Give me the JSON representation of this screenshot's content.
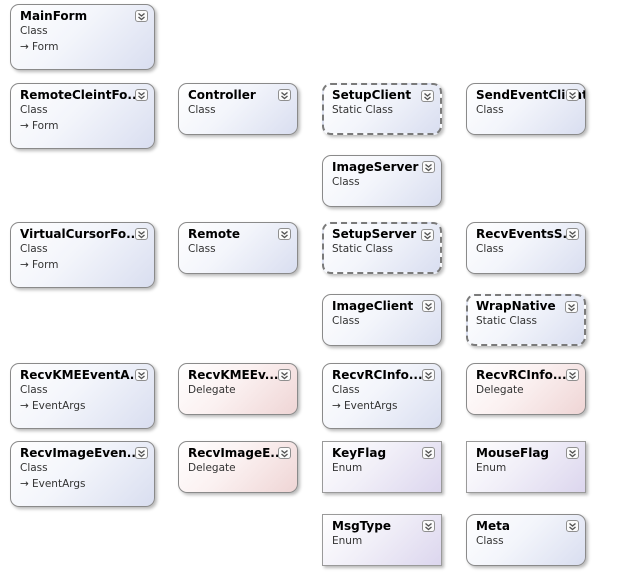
{
  "diagram": {
    "shapes": [
      {
        "name": "MainForm",
        "kind": "Class",
        "base": "Form",
        "style": "class",
        "col": 0,
        "row": 0
      },
      {
        "name": "RemoteCleintFo...",
        "kind": "Class",
        "base": "Form",
        "style": "class",
        "col": 0,
        "row": 1
      },
      {
        "name": "Controller",
        "kind": "Class",
        "base": "",
        "style": "class",
        "col": 1,
        "row": 1
      },
      {
        "name": "SetupClient",
        "kind": "Static Class",
        "base": "",
        "style": "static",
        "col": 2,
        "row": 1
      },
      {
        "name": "SendEventClient",
        "kind": "Class",
        "base": "",
        "style": "class",
        "col": 3,
        "row": 1
      },
      {
        "name": "ImageServer",
        "kind": "Class",
        "base": "",
        "style": "class",
        "col": 2,
        "row": 2
      },
      {
        "name": "VirtualCursorFo...",
        "kind": "Class",
        "base": "Form",
        "style": "class",
        "col": 0,
        "row": 3
      },
      {
        "name": "Remote",
        "kind": "Class",
        "base": "",
        "style": "class",
        "col": 1,
        "row": 3
      },
      {
        "name": "SetupServer",
        "kind": "Static Class",
        "base": "",
        "style": "static",
        "col": 2,
        "row": 3
      },
      {
        "name": "RecvEventsS...",
        "kind": "Class",
        "base": "",
        "style": "class",
        "col": 3,
        "row": 3
      },
      {
        "name": "ImageClient",
        "kind": "Class",
        "base": "",
        "style": "class",
        "col": 2,
        "row": 4
      },
      {
        "name": "WrapNative",
        "kind": "Static Class",
        "base": "",
        "style": "static",
        "col": 3,
        "row": 4
      },
      {
        "name": "RecvKMEEventA...",
        "kind": "Class",
        "base": "EventArgs",
        "style": "class",
        "col": 0,
        "row": 5
      },
      {
        "name": "RecvKMEEv...",
        "kind": "Delegate",
        "base": "",
        "style": "delegate",
        "col": 1,
        "row": 5
      },
      {
        "name": "RecvRCInfo...",
        "kind": "Class",
        "base": "EventArgs",
        "style": "class",
        "col": 2,
        "row": 5
      },
      {
        "name": "RecvRCInfo...",
        "kind": "Delegate",
        "base": "",
        "style": "delegate",
        "col": 3,
        "row": 5
      },
      {
        "name": "RecvImageEven...",
        "kind": "Class",
        "base": "EventArgs",
        "style": "class",
        "col": 0,
        "row": 6
      },
      {
        "name": "RecvImageE...",
        "kind": "Delegate",
        "base": "",
        "style": "delegate",
        "col": 1,
        "row": 6
      },
      {
        "name": "KeyFlag",
        "kind": "Enum",
        "base": "",
        "style": "enum",
        "col": 2,
        "row": 6
      },
      {
        "name": "MouseFlag",
        "kind": "Enum",
        "base": "",
        "style": "enum",
        "col": 3,
        "row": 6
      },
      {
        "name": "MsgType",
        "kind": "Enum",
        "base": "",
        "style": "enum",
        "col": 2,
        "row": 7
      },
      {
        "name": "Meta",
        "kind": "Class",
        "base": "",
        "style": "class",
        "col": 3,
        "row": 7
      }
    ]
  }
}
